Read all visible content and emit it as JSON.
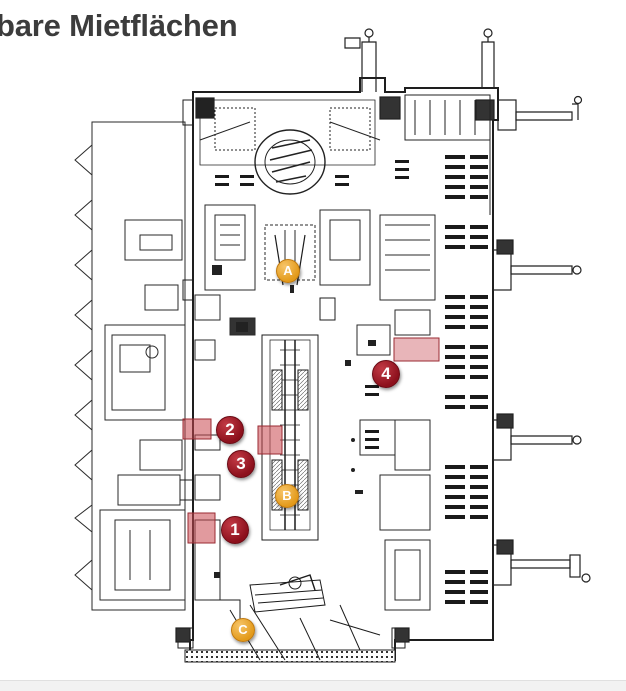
{
  "title": "bare Mietflächen",
  "colors": {
    "highlight": "#c9474f",
    "red_marker": "#9a1a26",
    "yellow_marker": "#eaa52c",
    "lines": "#2a2a2a"
  },
  "markers": {
    "rental": [
      {
        "label": "1"
      },
      {
        "label": "2"
      },
      {
        "label": "3"
      },
      {
        "label": "4"
      }
    ],
    "zones": [
      {
        "label": "A"
      },
      {
        "label": "B"
      },
      {
        "label": "C"
      }
    ]
  }
}
